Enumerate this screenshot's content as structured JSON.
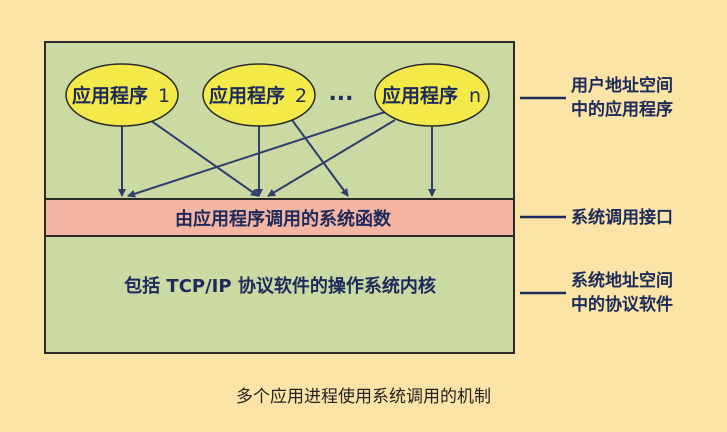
{
  "apps": [
    {
      "label": "应用程序",
      "index": "1"
    },
    {
      "label": "应用程序",
      "index": "2"
    },
    {
      "label": "应用程序",
      "index": "n"
    }
  ],
  "ellipsis": "...",
  "syscall_bar": "由应用程序调用的系统函数",
  "kernel_text": "包括 TCP/IP 协议软件的操作系统内核",
  "side_labels": {
    "user_space": [
      "用户地址空间",
      "中的应用程序"
    ],
    "syscall_interface": "系统调用接口",
    "kernel_space": [
      "系统地址空间",
      "中的协议软件"
    ]
  },
  "caption": "多个应用进程使用系统调用的机制",
  "colors": {
    "background": "#fbe4a6",
    "box_fill": "#cbd9a3",
    "ellipse_fill": "#f3ea4a",
    "bar_fill": "#f4b5a2",
    "arrow": "#2e3f6e",
    "text": "#1d2a5c"
  }
}
